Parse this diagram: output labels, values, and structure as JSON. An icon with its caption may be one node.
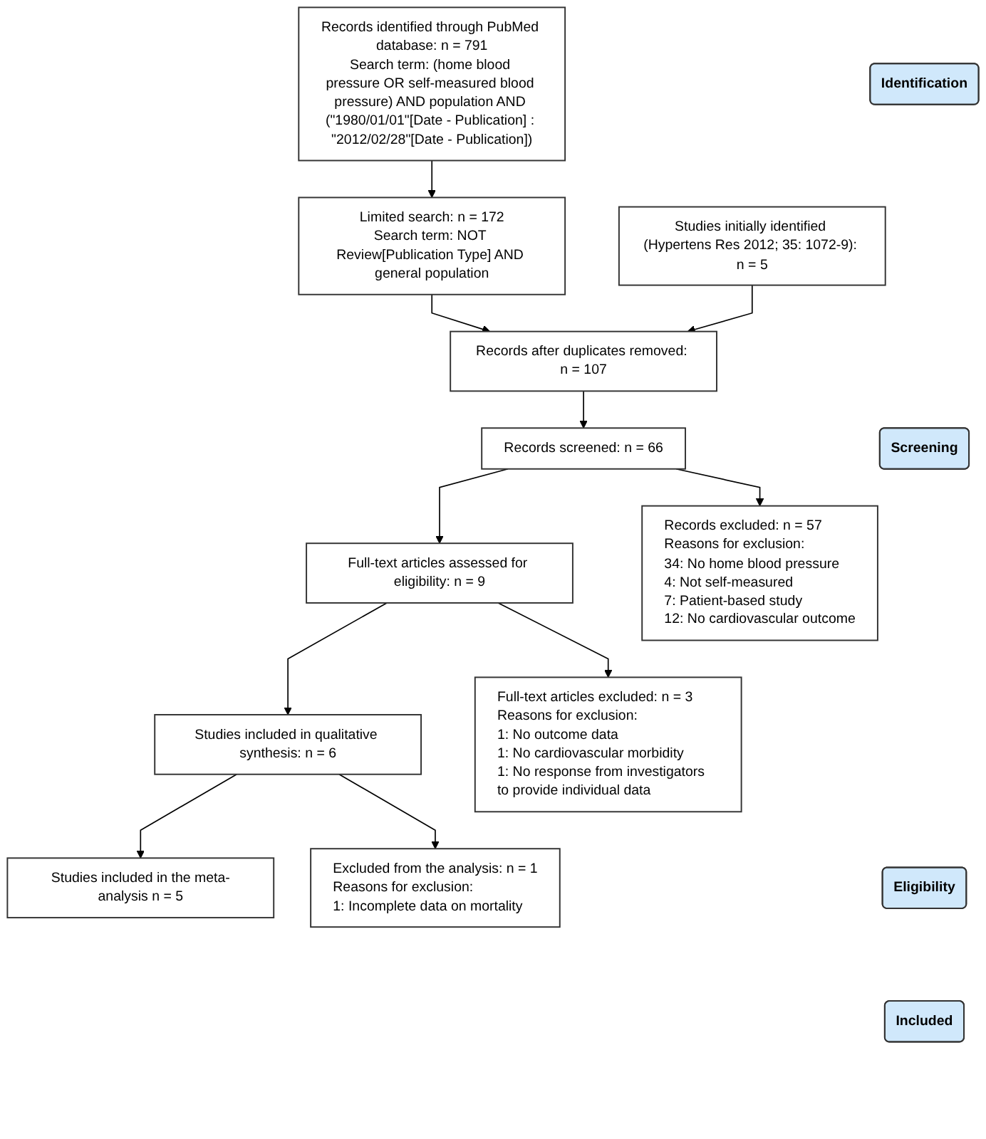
{
  "diagram": {
    "nodes": [
      {
        "text": [
          "Identification"
        ]
      },
      {
        "text": [
          "Records identified through PubMed database: n = 791",
          "Search term: (home blood pressure OR self-measured blood pressure) AND population AND (\"1980/01/01\"[Date - Publication] : \"2012/02/28\"[Date - Publication])"
        ]
      },
      {
        "text": [
          "Studies initially identified (Hypertens Res 2012; 35: 1072-9): n = 5"
        ]
      },
      {
        "text": [
          "Limited search: n = 172",
          "Search term: NOT Review[Publication Type] AND general population"
        ]
      },
      {
        "text": [
          "Screening"
        ]
      },
      {
        "text": [
          "Records after duplicates removed: n = 107"
        ]
      },
      {
        "text": [
          "Records screened: n = 66"
        ]
      },
      {
        "text": [
          "Records excluded: n = 57",
          "Reasons for exclusion:",
          "34: No home blood pressure",
          "4: Not self-measured",
          "7: Patient-based study",
          "12: No cardiovascular outcome"
        ]
      },
      {
        "text": [
          "Eligibility"
        ]
      },
      {
        "text": [
          "Full-text articles assessed for eligibility: n = 9"
        ]
      },
      {
        "text": [
          "Full-text articles excluded: n = 3",
          "Reasons for exclusion:",
          "1: No outcome data",
          "1: No cardiovascular morbidity",
          "1: No response from investigators to provide individual data"
        ]
      },
      {
        "text": [
          "Included"
        ]
      },
      {
        "text": [
          "Studies included in qualitative synthesis: n = 6"
        ]
      },
      {
        "text": [
          "Studies included in the meta-analysis n = 5"
        ]
      },
      {
        "text": [
          "Excluded from the analysis: n = 1",
          "Reasons for exclusion:",
          "1: Incomplete data on mortality"
        ]
      }
    ],
    "edges": [
      {
        "from": 1,
        "to": 3,
        "arrow": "to"
      },
      {
        "from": 3,
        "to": 5,
        "arrow": "to"
      },
      {
        "from": 2,
        "to": 5,
        "arrow": "to"
      },
      {
        "from": 5,
        "to": 6,
        "arrow": "to"
      },
      {
        "from": 6,
        "to": 9,
        "arrow": "to"
      },
      {
        "from": 6,
        "to": 7,
        "arrow": "to"
      },
      {
        "from": 9,
        "to": 12,
        "arrow": "to"
      },
      {
        "from": 9,
        "to": 10,
        "arrow": "to"
      },
      {
        "from": 12,
        "to": 13,
        "arrow": "to"
      },
      {
        "from": 12,
        "to": 14,
        "arrow": "to"
      }
    ]
  }
}
